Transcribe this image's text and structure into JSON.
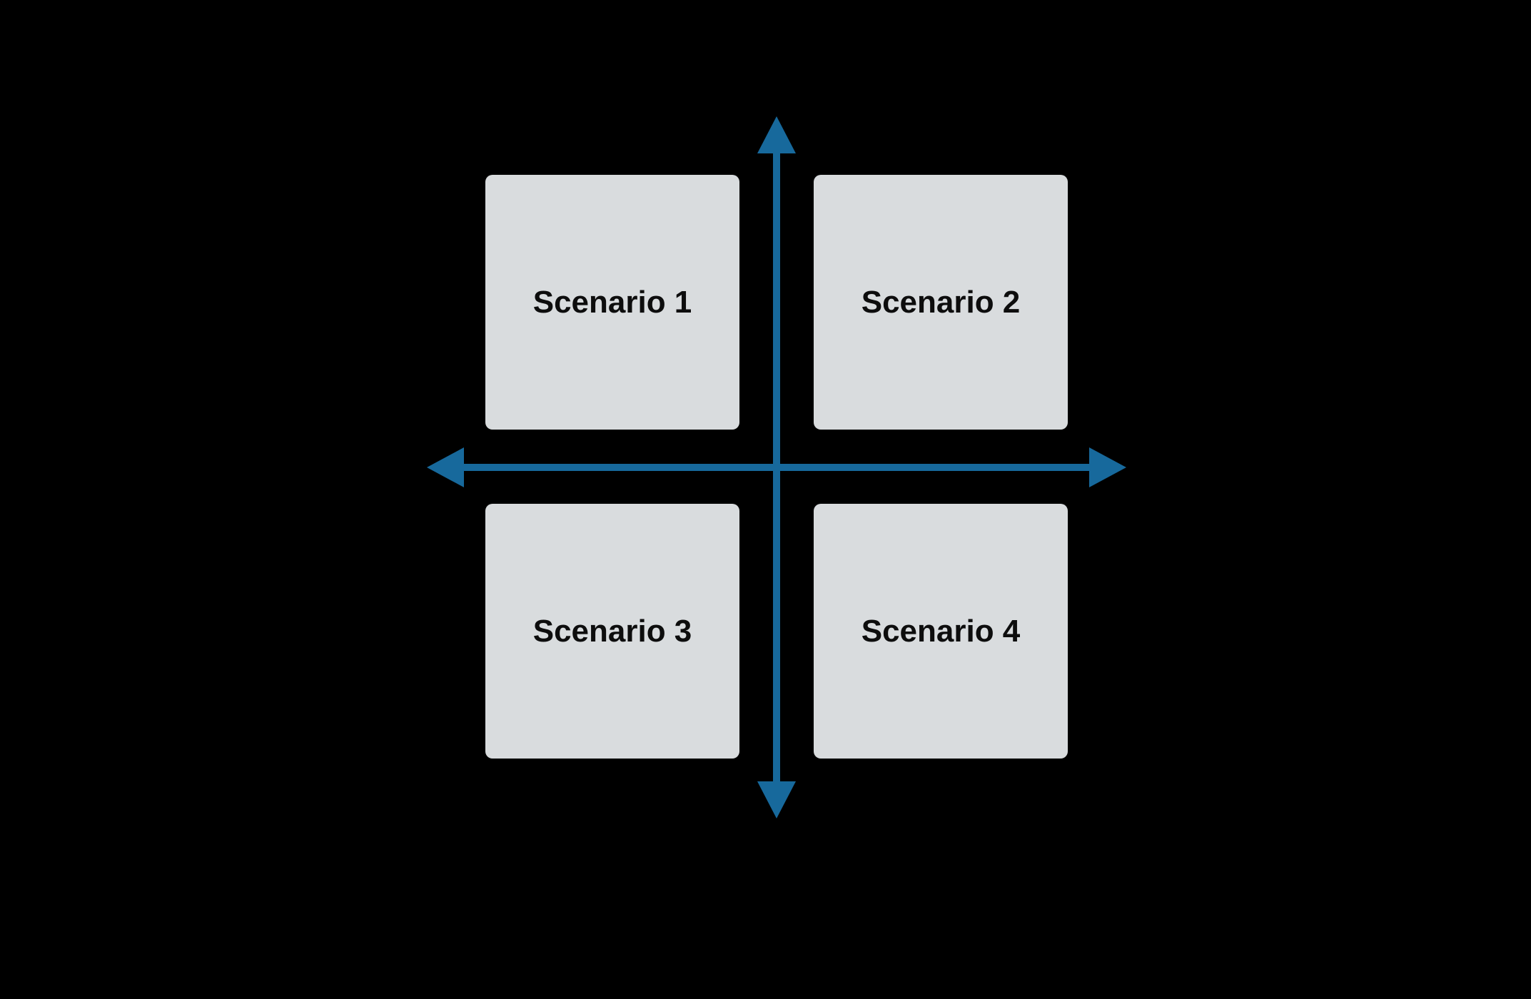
{
  "quadrants": [
    {
      "label": "Scenario 1"
    },
    {
      "label": "Scenario 2"
    },
    {
      "label": "Scenario 3"
    },
    {
      "label": "Scenario 4"
    }
  ],
  "axes": {
    "style": "double-headed-arrows",
    "icons": [
      "arrow-up-icon",
      "arrow-down-icon",
      "arrow-left-icon",
      "arrow-right-icon"
    ]
  },
  "colors": {
    "background": "#000000",
    "box_fill": "#D9DCDE",
    "box_text": "#0D0D0D",
    "axis": "#17699C"
  }
}
